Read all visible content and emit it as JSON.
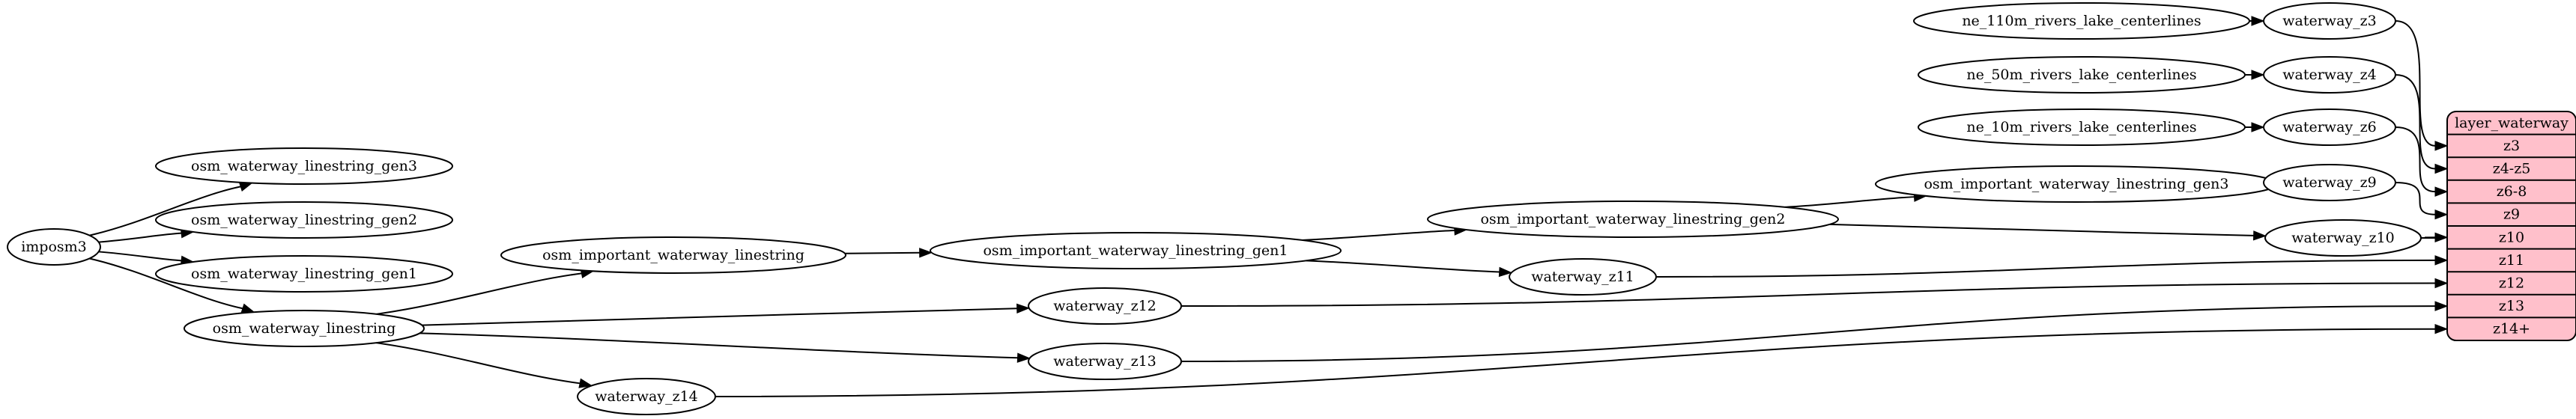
{
  "nodes": {
    "imposm3": "imposm3",
    "gen3": "osm_waterway_linestring_gen3",
    "gen2": "osm_waterway_linestring_gen2",
    "gen1": "osm_waterway_linestring_gen1",
    "owl": "osm_waterway_linestring",
    "oiwl": "osm_important_waterway_linestring",
    "oiwl_gen1": "osm_important_waterway_linestring_gen1",
    "oiwl_gen2": "osm_important_waterway_linestring_gen2",
    "oiwl_gen3": "osm_important_waterway_linestring_gen3",
    "ne110": "ne_110m_rivers_lake_centerlines",
    "ne50": "ne_50m_rivers_lake_centerlines",
    "ne10": "ne_10m_rivers_lake_centerlines",
    "wz3": "waterway_z3",
    "wz4": "waterway_z4",
    "wz6": "waterway_z6",
    "wz9": "waterway_z9",
    "wz10": "waterway_z10",
    "wz11": "waterway_z11",
    "wz12": "waterway_z12",
    "wz13": "waterway_z13",
    "wz14": "waterway_z14"
  },
  "layer": {
    "title": "layer_waterway",
    "fields": [
      "z3",
      "z4-z5",
      "z6-8",
      "z9",
      "z10",
      "z11",
      "z12",
      "z13",
      "z14+"
    ],
    "fill_color": "#FFC0CB"
  },
  "edges": [
    [
      "imposm3",
      "gen3"
    ],
    [
      "imposm3",
      "gen2"
    ],
    [
      "imposm3",
      "gen1"
    ],
    [
      "imposm3",
      "owl"
    ],
    [
      "owl",
      "oiwl"
    ],
    [
      "owl",
      "wz12"
    ],
    [
      "owl",
      "wz13"
    ],
    [
      "owl",
      "wz14"
    ],
    [
      "oiwl",
      "oiwl_gen1"
    ],
    [
      "oiwl_gen1",
      "oiwl_gen2"
    ],
    [
      "oiwl_gen1",
      "wz11"
    ],
    [
      "oiwl_gen2",
      "oiwl_gen3"
    ],
    [
      "oiwl_gen2",
      "wz10"
    ],
    [
      "oiwl_gen3",
      "wz9"
    ],
    [
      "ne110",
      "wz3"
    ],
    [
      "ne50",
      "wz4"
    ],
    [
      "ne10",
      "wz6"
    ],
    [
      "wz3",
      "layer:z3"
    ],
    [
      "wz4",
      "layer:z4-z5"
    ],
    [
      "wz6",
      "layer:z6-8"
    ],
    [
      "wz9",
      "layer:z9"
    ],
    [
      "wz10",
      "layer:z10"
    ],
    [
      "wz11",
      "layer:z11"
    ],
    [
      "wz12",
      "layer:z12"
    ],
    [
      "wz13",
      "layer:z13"
    ],
    [
      "wz14",
      "layer:z14+"
    ]
  ]
}
